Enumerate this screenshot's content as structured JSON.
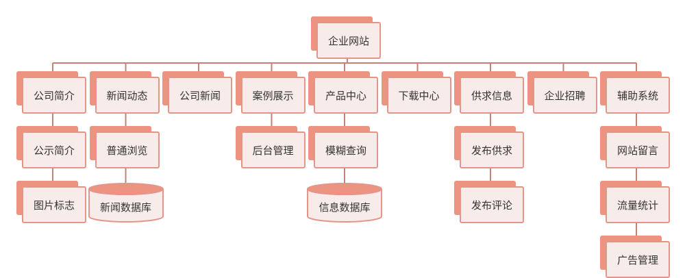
{
  "root": {
    "label": "企业网站"
  },
  "modules": [
    {
      "label": "公司简介",
      "children": [
        {
          "label": "公示简介"
        },
        {
          "label": "图片标志"
        }
      ]
    },
    {
      "label": "新闻动态",
      "children": [
        {
          "label": "普通浏览"
        },
        {
          "label": "新闻数据库",
          "shape": "database"
        }
      ]
    },
    {
      "label": "公司新闻",
      "children": []
    },
    {
      "label": "案例展示",
      "children": [
        {
          "label": "后台管理"
        }
      ]
    },
    {
      "label": "产品中心",
      "children": [
        {
          "label": "模糊查询"
        },
        {
          "label": "信息数据库",
          "shape": "database"
        }
      ]
    },
    {
      "label": "下载中心",
      "children": []
    },
    {
      "label": "供求信息",
      "children": [
        {
          "label": "发布供求"
        },
        {
          "label": "发布评论"
        }
      ]
    },
    {
      "label": "企业招聘",
      "children": []
    },
    {
      "label": "辅助系统",
      "children": [
        {
          "label": "网站留言"
        },
        {
          "label": "流量统计"
        },
        {
          "label": "广告管理"
        }
      ]
    }
  ],
  "colors": {
    "box_fill": "#f7ecea",
    "box_border": "#e4958a",
    "box_shadow": "#ec9381",
    "connector": "#c97f74",
    "text": "#333333"
  }
}
